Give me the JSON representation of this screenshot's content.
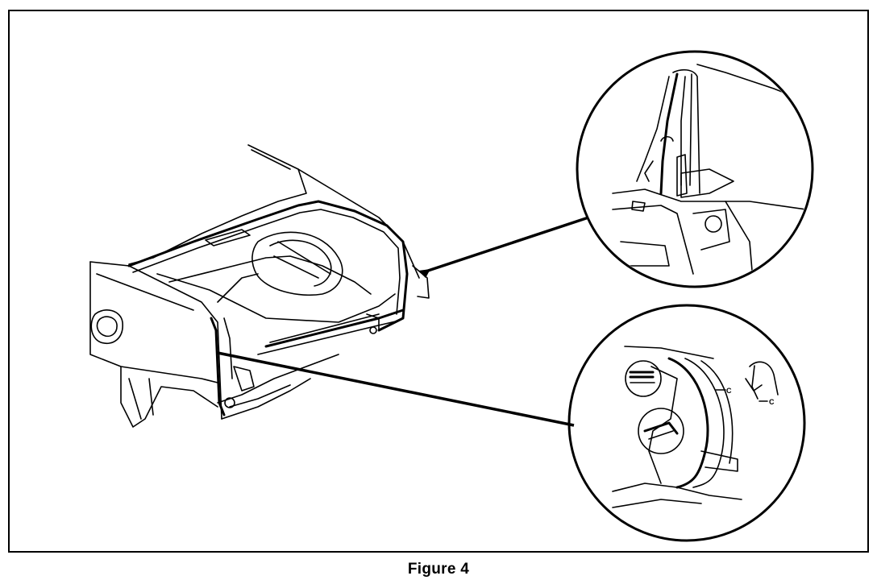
{
  "figure": {
    "caption": "Figure 4",
    "callouts": {
      "label_c_1": "C",
      "label_c_2": "C"
    }
  },
  "icons": {
    "car_body": "car-rear-body-drawing",
    "detail_top": "quarter-panel-pillar-detail",
    "detail_bottom": "tail-lamp-pocket-detail"
  },
  "colors": {
    "ink": "#000000",
    "paper": "#ffffff"
  }
}
